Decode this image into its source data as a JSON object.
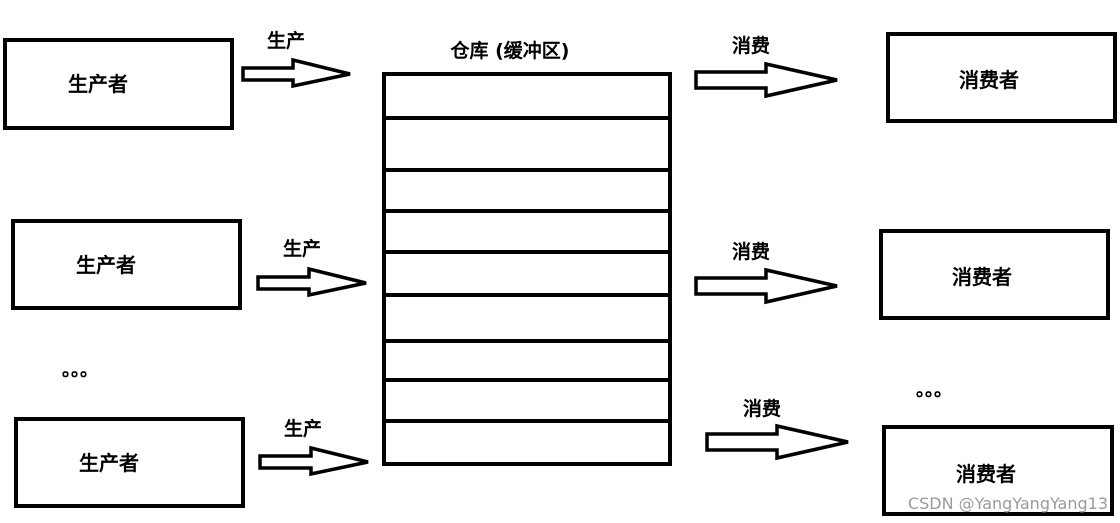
{
  "diagram": {
    "producers": [
      {
        "box_label": "生产者",
        "arrow_label": "生产"
      },
      {
        "box_label": "生产者",
        "arrow_label": "生产"
      },
      {
        "box_label": "生产者",
        "arrow_label": "生产"
      }
    ],
    "producer_ellipsis": "。。。",
    "buffer": {
      "title": "仓库 (缓冲区)",
      "slot_count": 9
    },
    "consumers": [
      {
        "box_label": "消费者",
        "arrow_label": "消费"
      },
      {
        "box_label": "消费者",
        "arrow_label": "消费"
      },
      {
        "box_label": "消费者",
        "arrow_label": "消费"
      }
    ],
    "consumer_ellipsis": "。。。"
  },
  "watermark": "CSDN @YangYangYang13",
  "colors": {
    "stroke": "#000000",
    "background": "#ffffff",
    "watermark": "#9a9a9a"
  }
}
